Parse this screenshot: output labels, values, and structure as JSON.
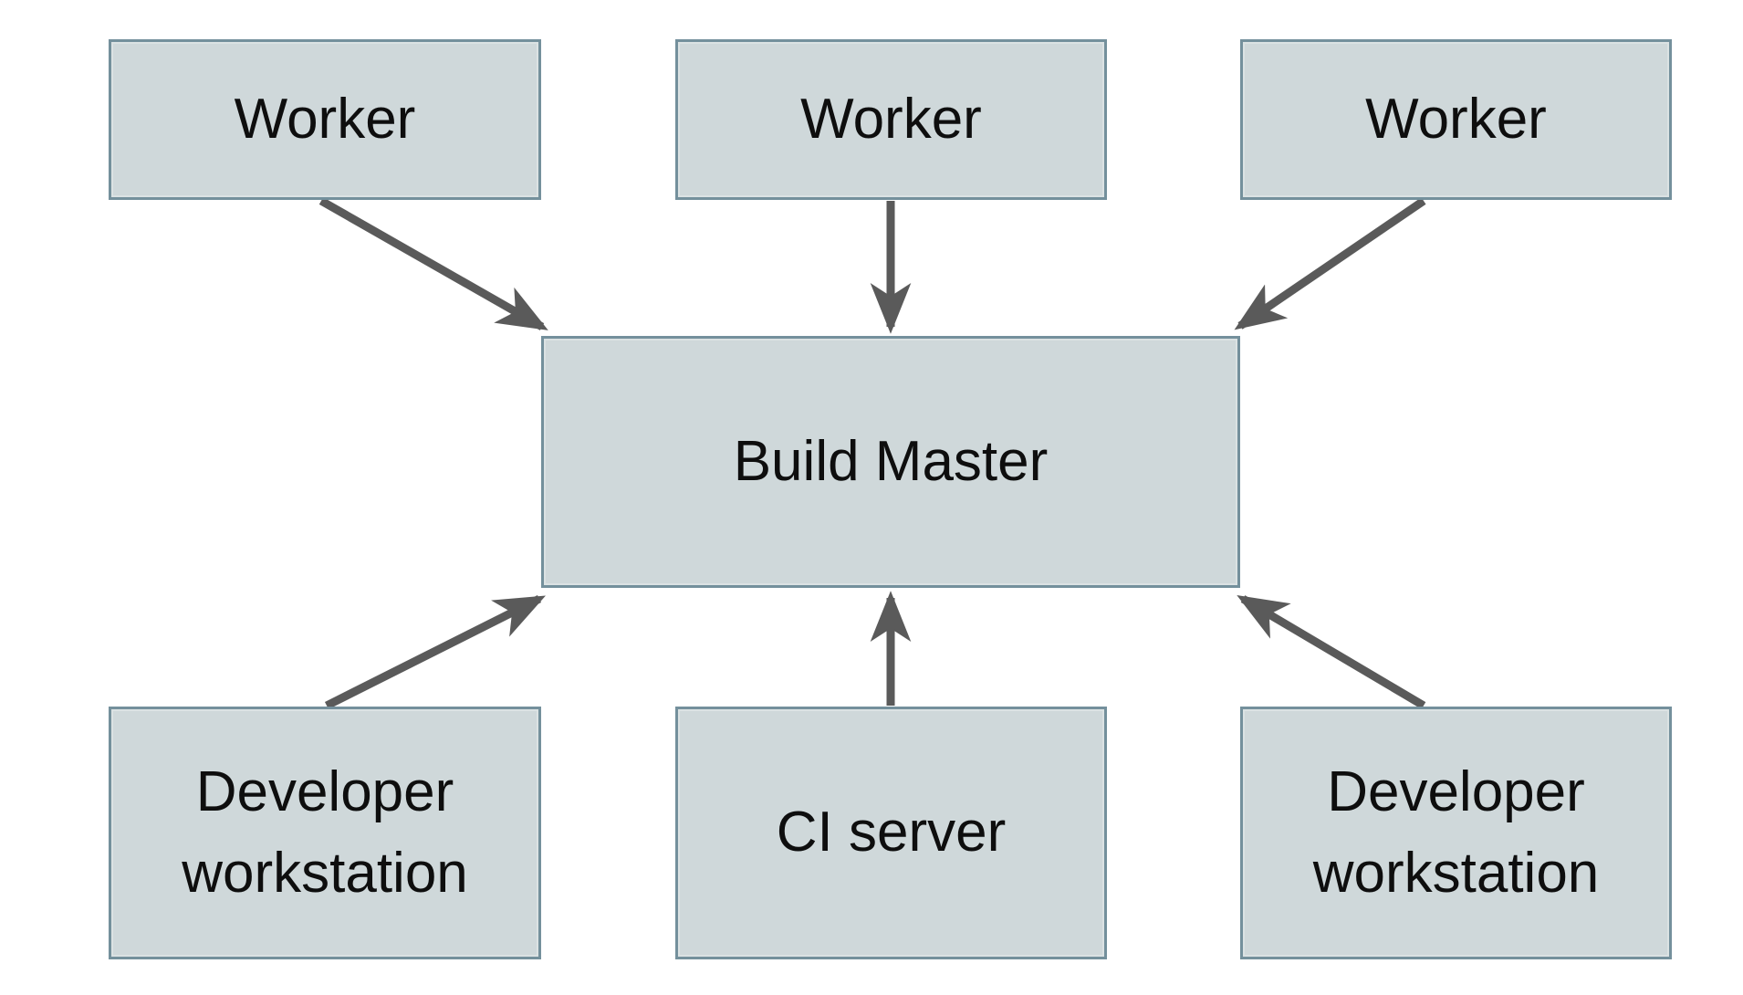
{
  "diagram": {
    "type": "architecture-diagram",
    "nodes": [
      {
        "id": "worker-1",
        "label": "Worker"
      },
      {
        "id": "worker-2",
        "label": "Worker"
      },
      {
        "id": "worker-3",
        "label": "Worker"
      },
      {
        "id": "build-master",
        "label": "Build Master"
      },
      {
        "id": "developer-workstation-left",
        "label": "Developer workstation"
      },
      {
        "id": "ci-server",
        "label": "CI server"
      },
      {
        "id": "developer-workstation-right",
        "label": "Developer workstation"
      }
    ],
    "edges": [
      {
        "from": "worker-1",
        "to": "build-master"
      },
      {
        "from": "worker-2",
        "to": "build-master"
      },
      {
        "from": "worker-3",
        "to": "build-master"
      },
      {
        "from": "developer-workstation-left",
        "to": "build-master"
      },
      {
        "from": "ci-server",
        "to": "build-master"
      },
      {
        "from": "developer-workstation-right",
        "to": "build-master"
      }
    ],
    "colors": {
      "background": "#ffffff",
      "node_fill": "#cfd8da",
      "node_border": "#74909c",
      "arrow": "#5a5a5a",
      "text": "#0e0e0e"
    }
  }
}
